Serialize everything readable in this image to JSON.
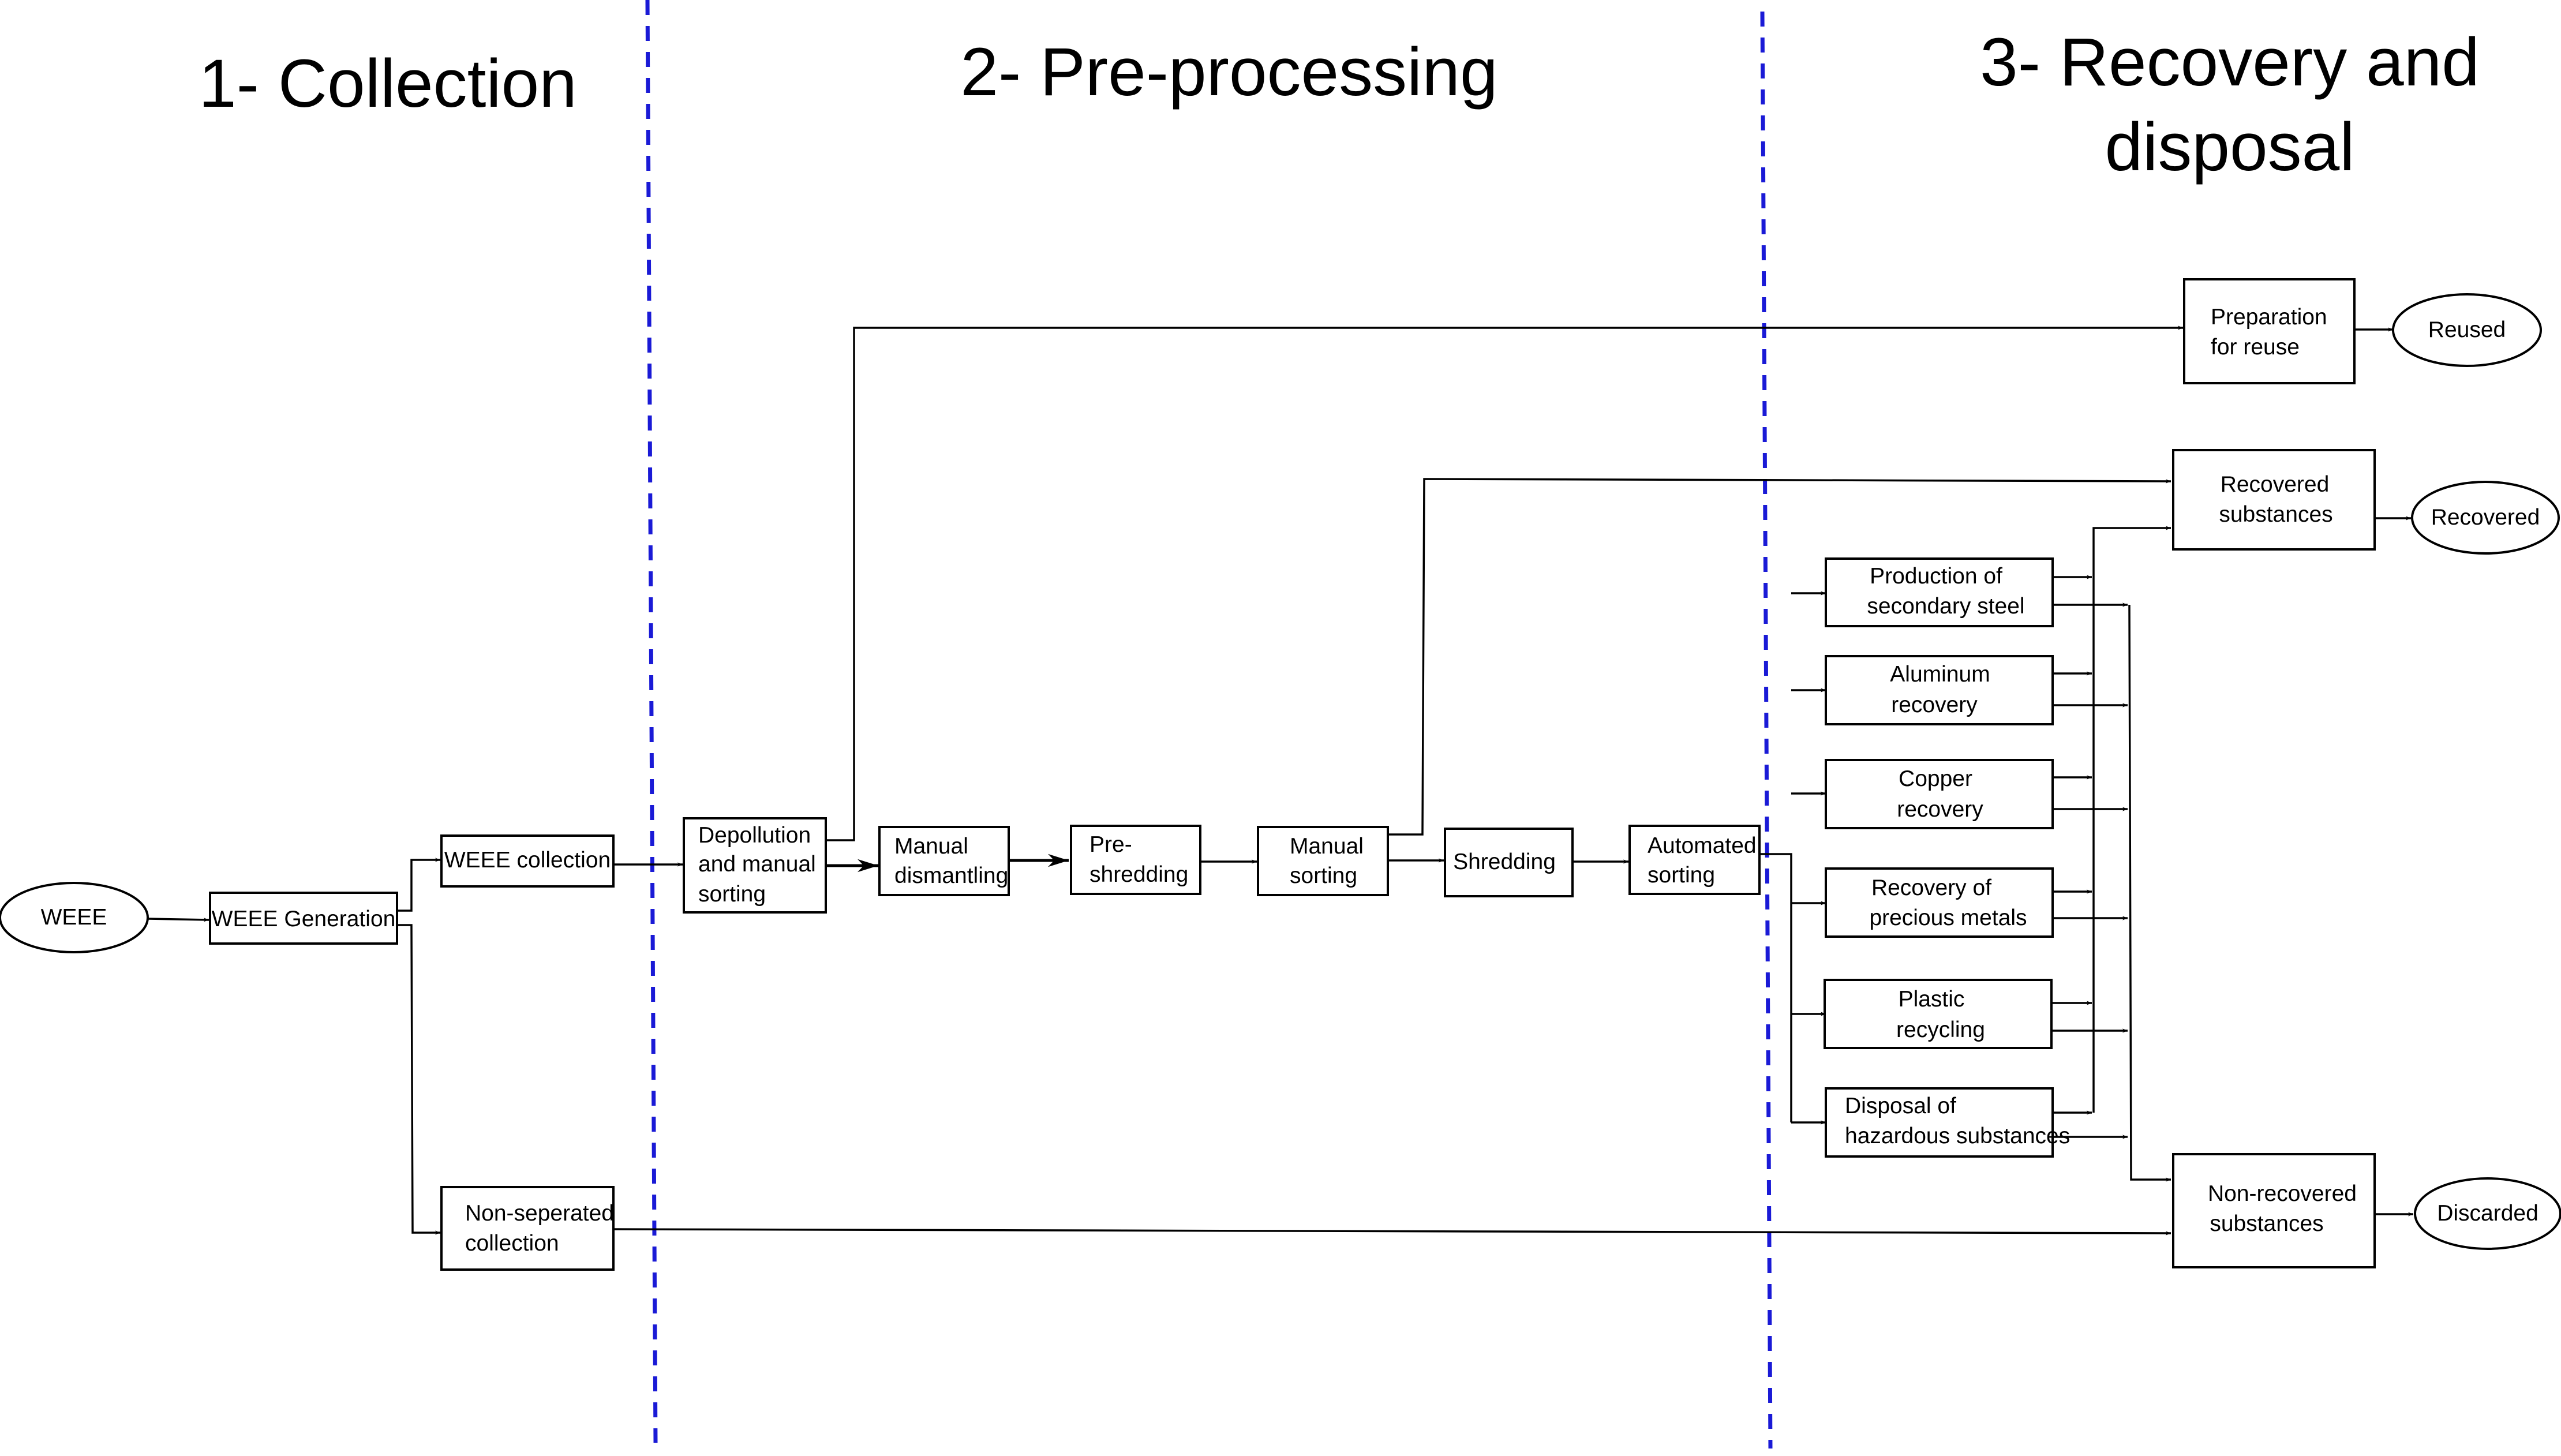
{
  "phases": {
    "collection": "1- Collection",
    "preprocessing": "2- Pre-processing",
    "recovery_line1": "3- Recovery and",
    "recovery_line2": "disposal"
  },
  "nodes": {
    "weee": "WEEE",
    "weee_generation": "WEEE Generation",
    "weee_collection": "WEEE collection",
    "non_separated_l1": "Non-seperated",
    "non_separated_l2": "collection",
    "depollution_l1": "Depollution",
    "depollution_l2": "and manual",
    "depollution_l3": "sorting",
    "manual_dismantling_l1": "Manual",
    "manual_dismantling_l2": "dismantling",
    "pre_shredding_l1": "Pre-",
    "pre_shredding_l2": "shredding",
    "manual_sorting_l1": "Manual",
    "manual_sorting_l2": "sorting",
    "shredding": "Shredding",
    "automated_sorting_l1": "Automated",
    "automated_sorting_l2": "sorting",
    "secondary_steel_l1": "Production of",
    "secondary_steel_l2": "secondary steel",
    "aluminum_l1": "Aluminum",
    "aluminum_l2": "recovery",
    "copper_l1": "Copper",
    "copper_l2": "recovery",
    "precious_l1": "Recovery of",
    "precious_l2": "precious metals",
    "plastic_l1": "Plastic",
    "plastic_l2": "recycling",
    "hazardous_l1": "Disposal of",
    "hazardous_l2": "hazardous substances",
    "prep_reuse_l1": "Preparation",
    "prep_reuse_l2": "for reuse",
    "recovered_substances_l1": "Recovered",
    "recovered_substances_l2": "substances",
    "non_recovered_l1": "Non-recovered",
    "non_recovered_l2": "substances",
    "reused": "Reused",
    "recovered": "Recovered",
    "discarded": "Discarded"
  },
  "colors": {
    "divider": "#1a1ad6",
    "stroke": "#000000",
    "background": "#ffffff"
  }
}
